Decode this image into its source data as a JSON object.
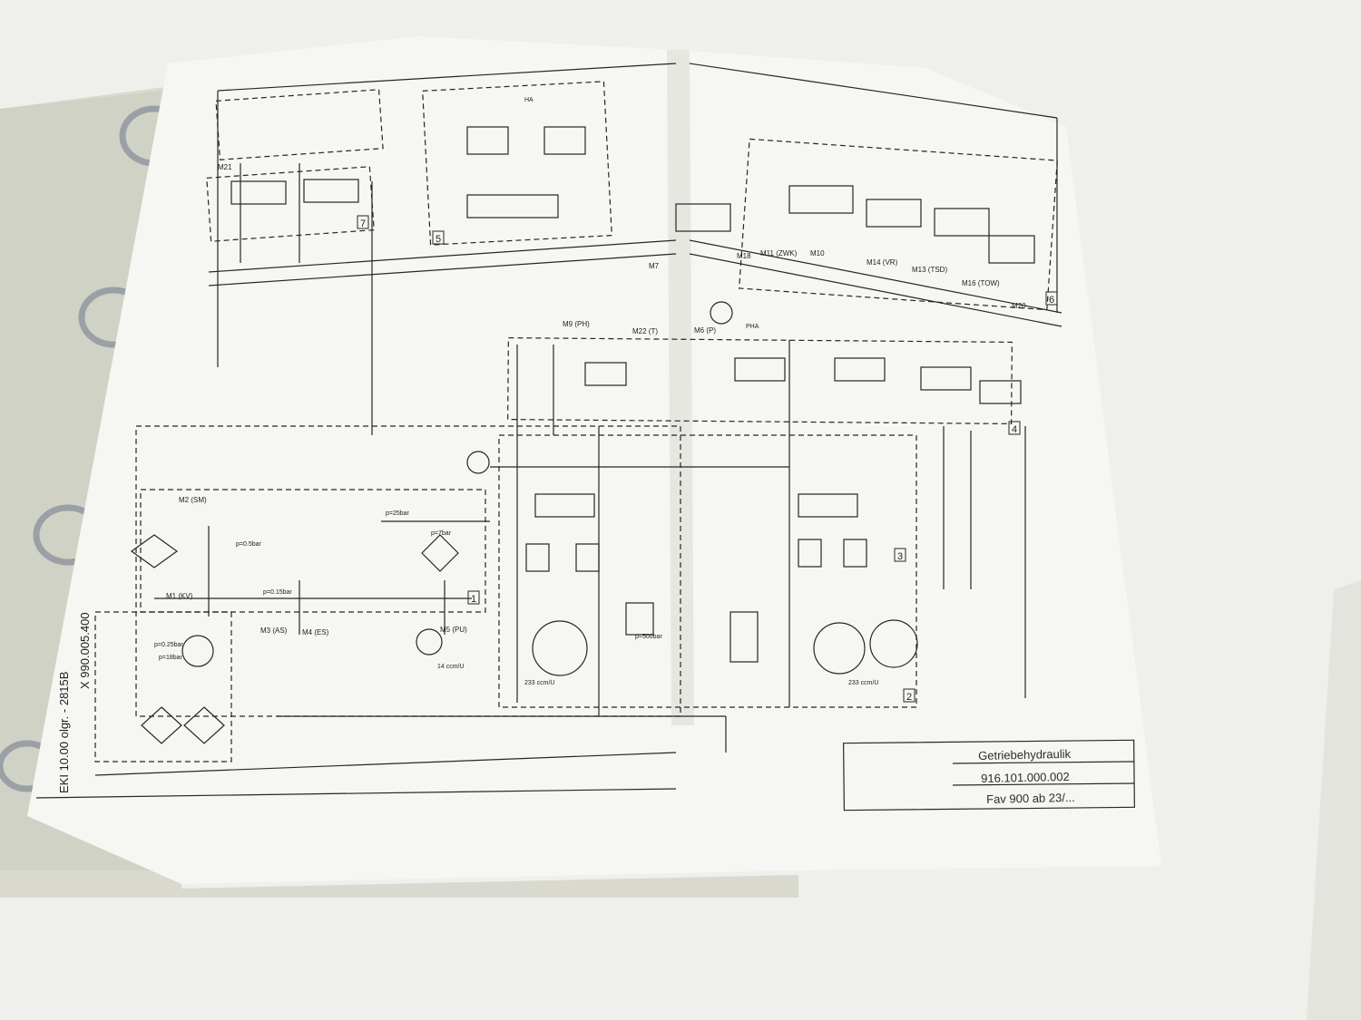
{
  "title_block": {
    "title": "Getriebehydraulik",
    "drawing_number": "916.101.000.002",
    "model": "Fav 900 ab 23/..."
  },
  "margin_labels": {
    "edition": "EKI 10.00 olgr. - 2815B",
    "document_number": "X 990.005.400"
  },
  "section_numbers": [
    "1",
    "2",
    "3",
    "4",
    "5",
    "6",
    "7"
  ],
  "measuring_points": {
    "m1": "M1 (KV)",
    "m2": "M2 (SM)",
    "m3": "M3 (AS)",
    "m4": "M4 (ES)",
    "m5": "M5 (PU)",
    "m6": "M6 (P)",
    "m7": "M7",
    "m9": "M9 (PH)",
    "m10": "M10",
    "m11": "M11 (ZWK)",
    "m13": "M13 (TSD)",
    "m14": "M14 (VR)",
    "m16": "M16 (TOW)",
    "m18": "M18",
    "m20": "M20",
    "m21": "M21",
    "m22": "M22 (T)"
  },
  "annotations": {
    "pha": "PHA",
    "ha": "HA",
    "displacement_233": "233 ccm/U",
    "displacement_233b": "233 ccm/U",
    "displacement_14": "14 ccm/U",
    "p_05": "p=0.5bar",
    "p_015": "p=0.15bar",
    "p_025": "p=0.25bar",
    "p_18": "p=18bar",
    "p_25": "p=25bar",
    "p_7": "p=7bar",
    "p_500": "p=500bar"
  },
  "colors": {
    "page": "#f6f6f3",
    "ink": "#262626",
    "binder": "#dcdcd4"
  }
}
